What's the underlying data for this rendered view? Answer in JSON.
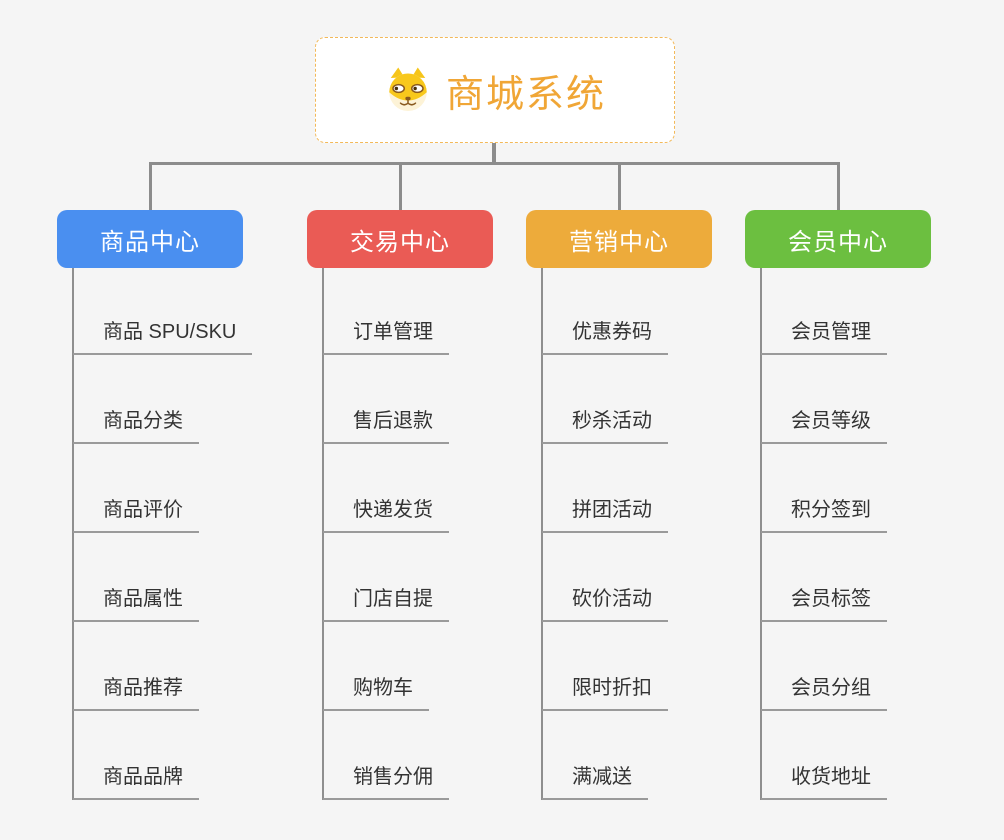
{
  "root": {
    "title": "商城系统",
    "icon": "shiba-dog-icon",
    "text_color": "#f0a636",
    "border_color": "#f3b959"
  },
  "branches": [
    {
      "label": "商品中心",
      "color": "#4a8ff0",
      "items": [
        "商品 SPU/SKU",
        "商品分类",
        "商品评价",
        "商品属性",
        "商品推荐",
        "商品品牌"
      ]
    },
    {
      "label": "交易中心",
      "color": "#ea5b55",
      "items": [
        "订单管理",
        "售后退款",
        "快递发货",
        "门店自提",
        "购物车",
        "销售分佣"
      ]
    },
    {
      "label": "营销中心",
      "color": "#edab3b",
      "items": [
        "优惠券码",
        "秒杀活动",
        "拼团活动",
        "砍价活动",
        "限时折扣",
        "满减送"
      ]
    },
    {
      "label": "会员中心",
      "color": "#6cbf40",
      "items": [
        "会员管理",
        "会员等级",
        "积分签到",
        "会员标签",
        "会员分组",
        "收货地址"
      ]
    }
  ],
  "colors": {
    "background": "#f5f5f5",
    "connector": "#8c8c8c",
    "leaf_underline": "#9a9a9a",
    "leaf_text": "#333333"
  }
}
